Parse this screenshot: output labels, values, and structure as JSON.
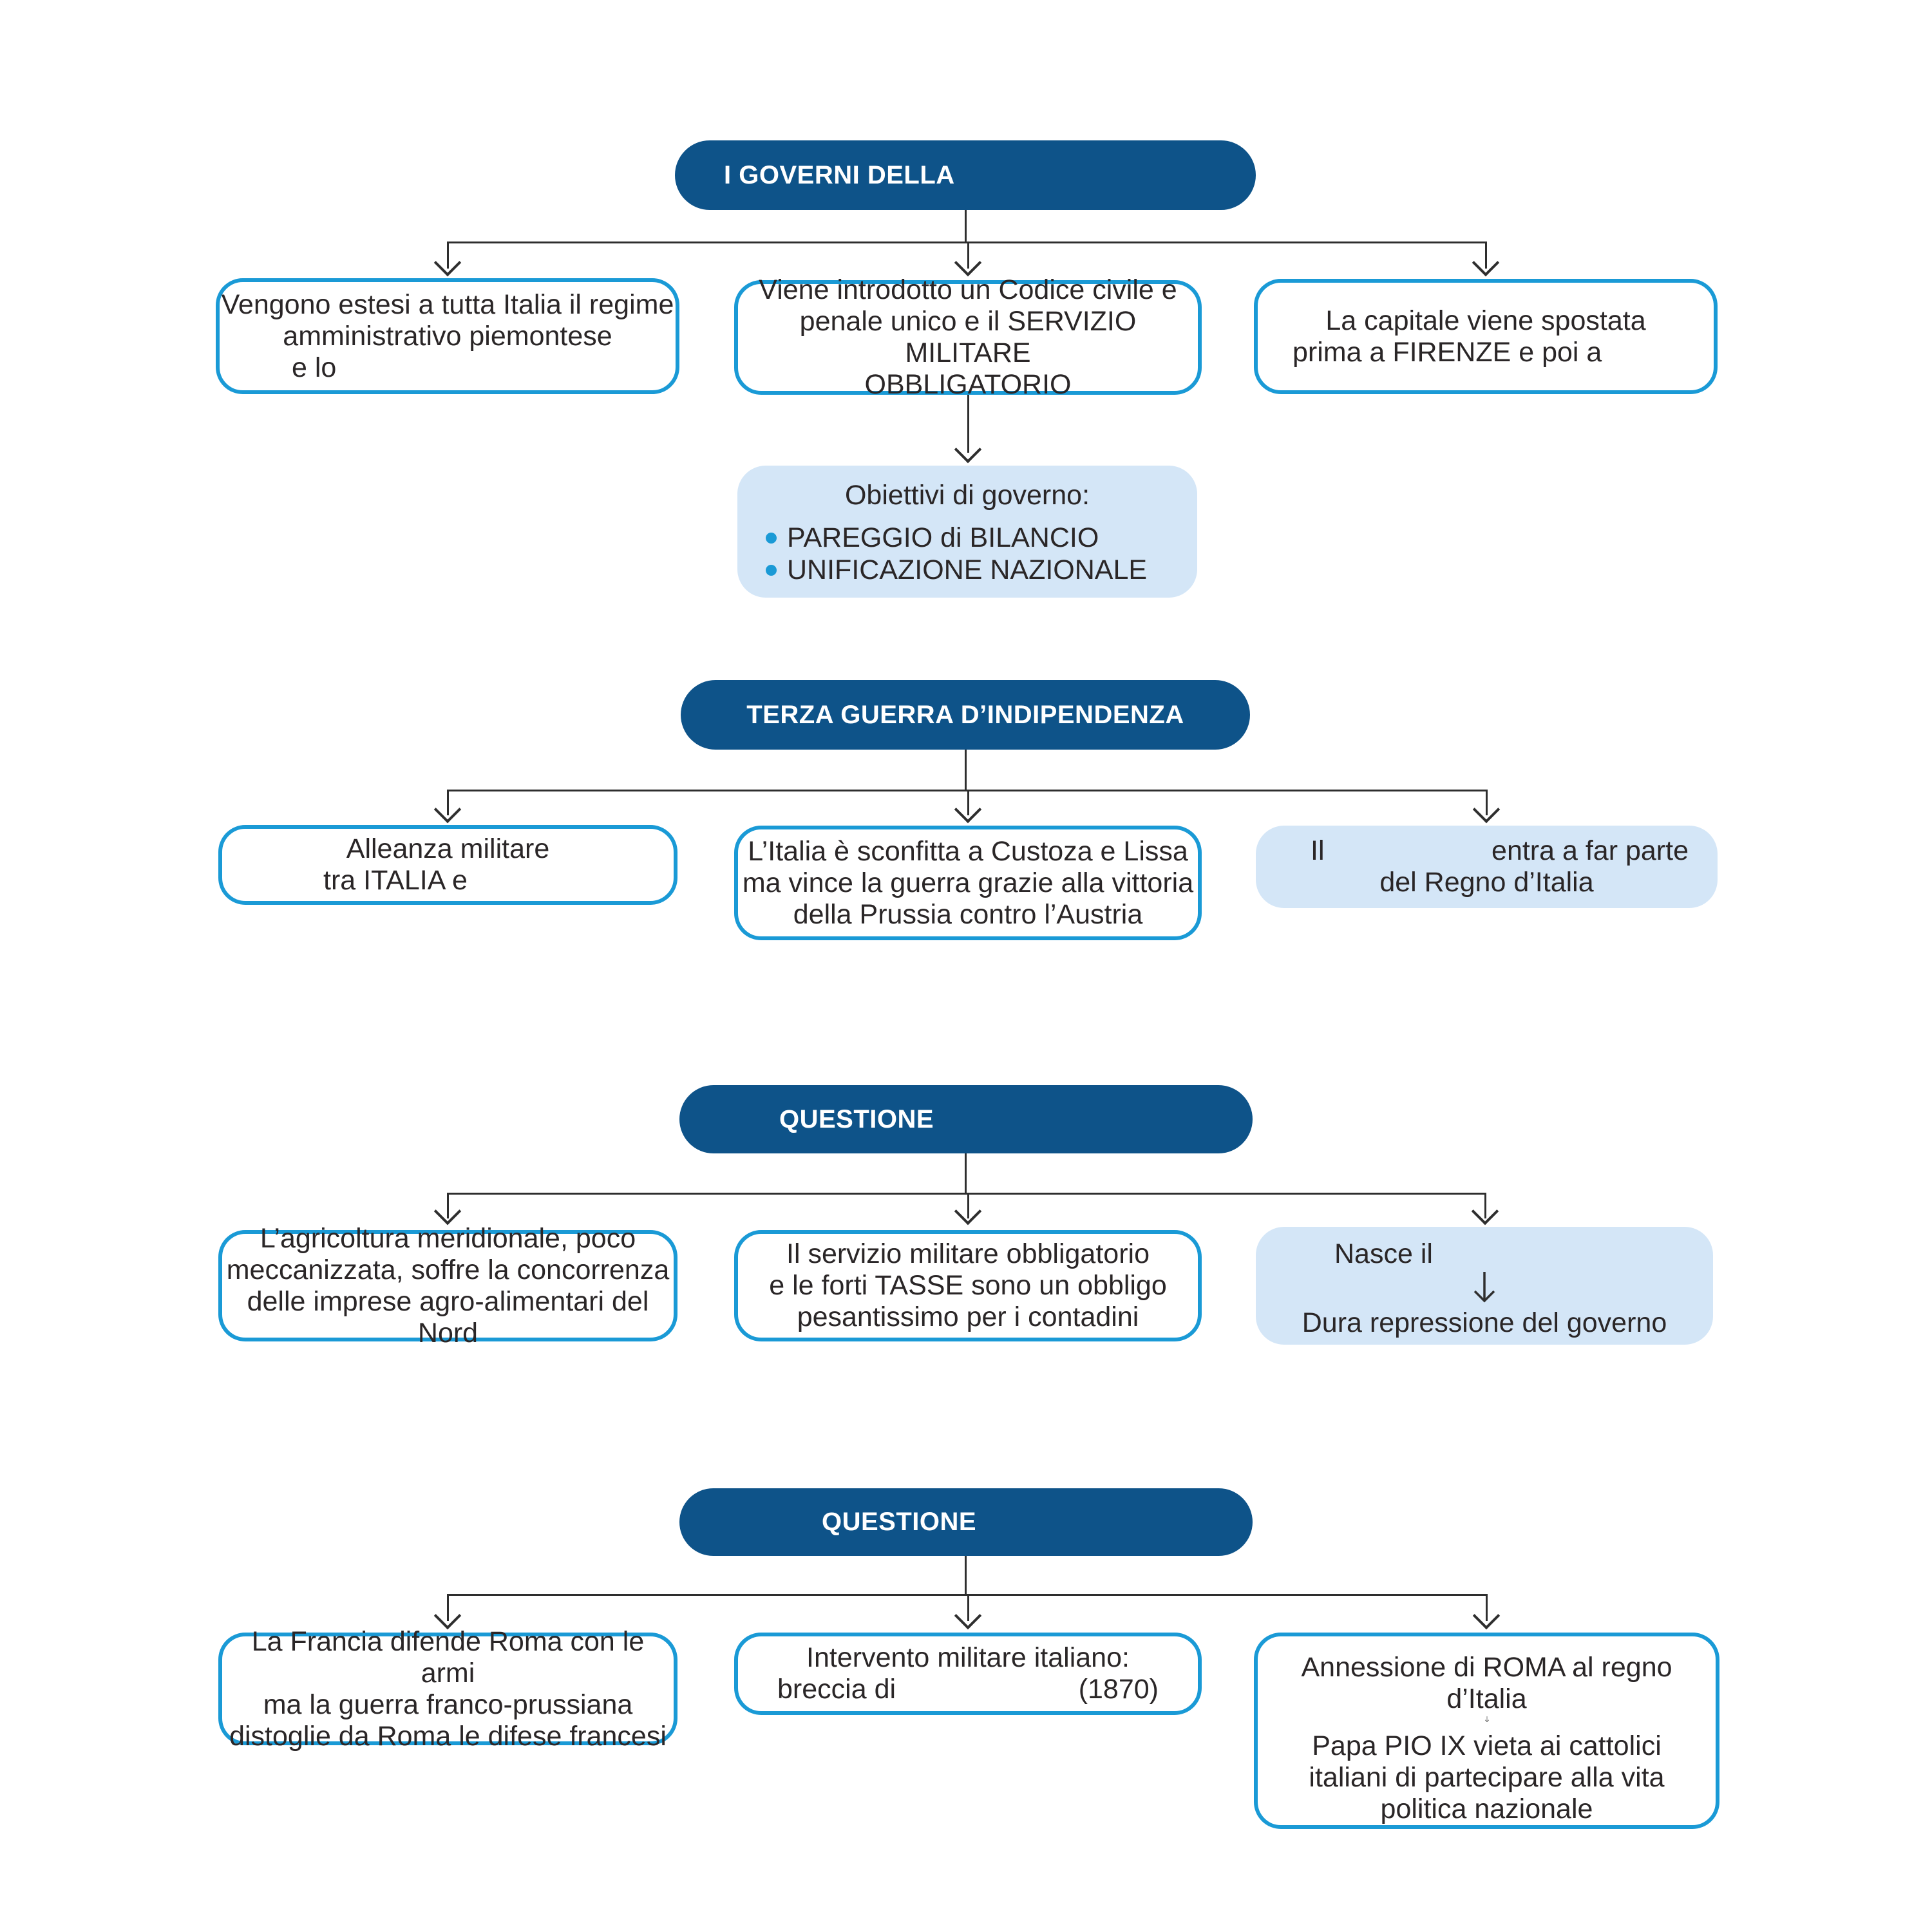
{
  "palette": {
    "header_bg": "#0e5389",
    "box_border": "#1a9ad6",
    "lightblue_bg": "#d4e6f7",
    "bullet": "#1a9ad6",
    "text": "#2a2627"
  },
  "sections": [
    {
      "header": "I GOVERNI DELLA",
      "boxes": {
        "left": {
          "lines": [
            "Vengono estesi a tutta Italia il regime",
            "amministrativo piemontese",
            "e lo"
          ]
        },
        "center": {
          "lines": [
            "Viene introdotto un Codice civile e",
            "penale unico e il SERVIZIO MILITARE",
            "OBBLIGATORIO"
          ]
        },
        "right": {
          "lines": [
            "La capitale viene spostata",
            "prima a FIRENZE  e poi a"
          ]
        }
      },
      "objectives": {
        "title": "Obiettivi di governo:",
        "bullets": [
          "PAREGGIO di BILANCIO",
          "UNIFICAZIONE NAZIONALE"
        ]
      }
    },
    {
      "header": "TERZA GUERRA D’INDIPENDENZA",
      "boxes": {
        "left": {
          "lines": [
            "Alleanza militare",
            "tra ITALIA e"
          ]
        },
        "center": {
          "lines": [
            "L’Italia è sconfitta a Custoza e Lissa",
            "ma vince la guerra grazie alla vittoria",
            "della Prussia contro l’Austria"
          ]
        },
        "right": {
          "line1_prefix": "Il",
          "line1_suffix": "entra a far parte",
          "line2": "del Regno d’Italia"
        }
      }
    },
    {
      "header": "QUESTIONE",
      "boxes": {
        "left": {
          "lines": [
            "L’agricoltura meridionale, poco",
            "meccanizzata, soffre la concorrenza",
            "delle imprese agro-alimentari del Nord"
          ]
        },
        "center": {
          "lines": [
            "Il servizio militare obbligatorio",
            "e le forti TASSE sono un obbligo",
            "pesantissimo per i contadini"
          ]
        },
        "right": {
          "top": "Nasce il",
          "bottom": "Dura repressione del governo"
        }
      }
    },
    {
      "header": "QUESTIONE",
      "boxes": {
        "left": {
          "lines": [
            "La Francia difende Roma con le armi",
            "ma la guerra franco-prussiana",
            "distoglie da Roma le difese francesi"
          ]
        },
        "center": {
          "line1": "Intervento militare italiano:",
          "line2_prefix": "breccia di",
          "line2_suffix": "(1870)"
        },
        "right": {
          "top": "Annessione di ROMA al regno d’Italia",
          "bottom_lines": [
            "Papa PIO IX vieta ai cattolici",
            "italiani di partecipare alla vita",
            "politica nazionale"
          ]
        }
      }
    }
  ]
}
